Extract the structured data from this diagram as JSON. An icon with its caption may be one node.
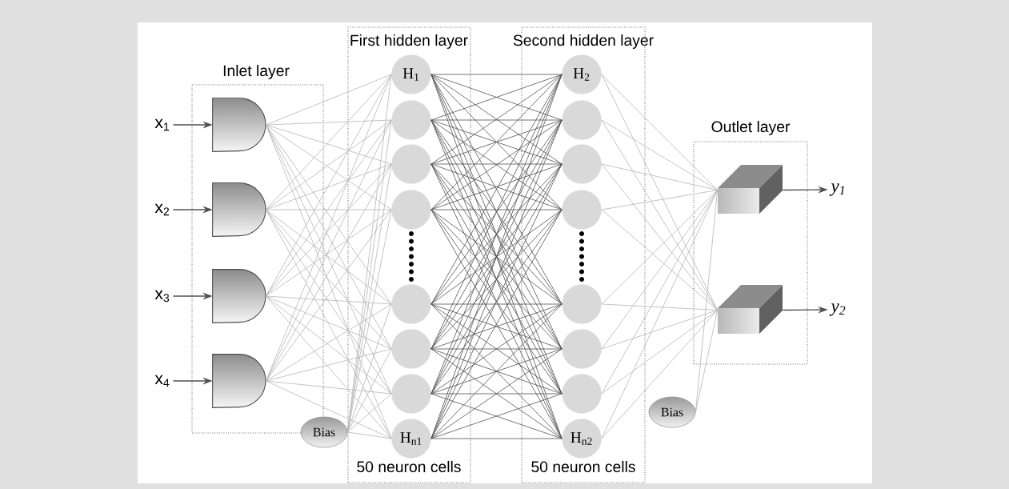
{
  "diagram": {
    "nodes": [
      {
        "text": [
          "Inlet layer"
        ]
      },
      {
        "text": [
          "First hidden layer",
          "50 neuron cells"
        ]
      },
      {
        "text": [
          "Second hidden layer",
          "50 neuron cells"
        ]
      },
      {
        "text": [
          "Outlet layer"
        ]
      },
      {
        "text": [
          "x$_{1}$"
        ]
      },
      {
        "text": [
          "x$_{2}$"
        ]
      },
      {
        "text": [
          "x$_{3}$"
        ]
      },
      {
        "text": [
          "x$_{4}$"
        ]
      },
      {
        "text": [],
        "shape": "gate",
        "in": 0
      },
      {
        "text": [],
        "shape": "gate",
        "in": 0
      },
      {
        "text": [],
        "shape": "gate",
        "in": 0
      },
      {
        "text": [],
        "shape": "gate",
        "in": 0
      },
      {
        "text": [
          "Bias"
        ]
      },
      {
        "text": [
          "H$_{1}$"
        ],
        "in": 1
      },
      {
        "text": [],
        "shape": "circle",
        "in": 1
      },
      {
        "text": [],
        "shape": "circle",
        "in": 1
      },
      {
        "text": [],
        "shape": "circle",
        "in": 1
      },
      {
        "text": [],
        "shape": "circle",
        "in": 1
      },
      {
        "text": [],
        "shape": "circle",
        "in": 1
      },
      {
        "text": [],
        "shape": "circle",
        "in": 1
      },
      {
        "text": [
          "H$_{n1}$"
        ],
        "in": 1
      },
      {
        "text": [
          "H$_{2}$"
        ],
        "in": 2
      },
      {
        "text": [],
        "shape": "circle",
        "in": 2
      },
      {
        "text": [],
        "shape": "circle",
        "in": 2
      },
      {
        "text": [],
        "shape": "circle",
        "in": 2
      },
      {
        "text": [],
        "shape": "circle",
        "in": 2
      },
      {
        "text": [],
        "shape": "circle",
        "in": 2
      },
      {
        "text": [],
        "shape": "circle",
        "in": 2
      },
      {
        "text": [
          "H$_{n2}$"
        ],
        "in": 2
      },
      {
        "text": [
          "Bias"
        ]
      },
      {
        "text": [],
        "shape": "cube",
        "in": 3
      },
      {
        "text": [],
        "shape": "cube",
        "in": 3
      },
      {
        "text": [
          "y$_{1}$"
        ]
      },
      {
        "text": [
          "y$_{2}$"
        ]
      }
    ],
    "edges": [
      {
        "from": 4,
        "to": 8,
        "arrow": "to",
        "color": "#505050"
      },
      {
        "from": 5,
        "to": 9,
        "arrow": "to",
        "color": "#505050"
      },
      {
        "from": 6,
        "to": 10,
        "arrow": "to",
        "color": "#505050"
      },
      {
        "from": 7,
        "to": 11,
        "arrow": "to",
        "color": "#505050"
      },
      {
        "from": 8,
        "to": 13,
        "arrow": "none",
        "color": "#b4b4b4"
      },
      {
        "from": 8,
        "to": 14,
        "arrow": "none",
        "color": "#b4b4b4"
      },
      {
        "from": 8,
        "to": 15,
        "arrow": "none",
        "color": "#b4b4b4"
      },
      {
        "from": 8,
        "to": 16,
        "arrow": "none",
        "color": "#b4b4b4"
      },
      {
        "from": 8,
        "to": 17,
        "arrow": "none",
        "color": "#b4b4b4"
      },
      {
        "from": 8,
        "to": 18,
        "arrow": "none",
        "color": "#b4b4b4"
      },
      {
        "from": 8,
        "to": 19,
        "arrow": "none",
        "color": "#b4b4b4"
      },
      {
        "from": 8,
        "to": 20,
        "arrow": "none",
        "color": "#b4b4b4"
      },
      {
        "from": 9,
        "to": 13,
        "arrow": "none",
        "color": "#b4b4b4"
      },
      {
        "from": 9,
        "to": 14,
        "arrow": "none",
        "color": "#b4b4b4"
      },
      {
        "from": 9,
        "to": 15,
        "arrow": "none",
        "color": "#b4b4b4"
      },
      {
        "from": 9,
        "to": 16,
        "arrow": "none",
        "color": "#b4b4b4"
      },
      {
        "from": 9,
        "to": 17,
        "arrow": "none",
        "color": "#b4b4b4"
      },
      {
        "from": 9,
        "to": 18,
        "arrow": "none",
        "color": "#b4b4b4"
      },
      {
        "from": 9,
        "to": 19,
        "arrow": "none",
        "color": "#b4b4b4"
      },
      {
        "from": 9,
        "to": 20,
        "arrow": "none",
        "color": "#b4b4b4"
      },
      {
        "from": 10,
        "to": 13,
        "arrow": "none",
        "color": "#b4b4b4"
      },
      {
        "from": 10,
        "to": 14,
        "arrow": "none",
        "color": "#b4b4b4"
      },
      {
        "from": 10,
        "to": 15,
        "arrow": "none",
        "color": "#b4b4b4"
      },
      {
        "from": 10,
        "to": 16,
        "arrow": "none",
        "color": "#b4b4b4"
      },
      {
        "from": 10,
        "to": 17,
        "arrow": "none",
        "color": "#b4b4b4"
      },
      {
        "from": 10,
        "to": 18,
        "arrow": "none",
        "color": "#b4b4b4"
      },
      {
        "from": 10,
        "to": 19,
        "arrow": "none",
        "color": "#b4b4b4"
      },
      {
        "from": 10,
        "to": 20,
        "arrow": "none",
        "color": "#b4b4b4"
      },
      {
        "from": 11,
        "to": 13,
        "arrow": "none",
        "color": "#b4b4b4"
      },
      {
        "from": 11,
        "to": 14,
        "arrow": "none",
        "color": "#b4b4b4"
      },
      {
        "from": 11,
        "to": 15,
        "arrow": "none",
        "color": "#b4b4b4"
      },
      {
        "from": 11,
        "to": 16,
        "arrow": "none",
        "color": "#b4b4b4"
      },
      {
        "from": 11,
        "to": 17,
        "arrow": "none",
        "color": "#b4b4b4"
      },
      {
        "from": 11,
        "to": 18,
        "arrow": "none",
        "color": "#b4b4b4"
      },
      {
        "from": 11,
        "to": 19,
        "arrow": "none",
        "color": "#b4b4b4"
      },
      {
        "from": 11,
        "to": 20,
        "arrow": "none",
        "color": "#b4b4b4"
      },
      {
        "from": 12,
        "to": 13,
        "arrow": "none",
        "color": "#b4b4b4"
      },
      {
        "from": 12,
        "to": 14,
        "arrow": "none",
        "color": "#b4b4b4"
      },
      {
        "from": 12,
        "to": 15,
        "arrow": "none",
        "color": "#b4b4b4"
      },
      {
        "from": 12,
        "to": 16,
        "arrow": "none",
        "color": "#b4b4b4"
      },
      {
        "from": 12,
        "to": 17,
        "arrow": "none",
        "color": "#b4b4b4"
      },
      {
        "from": 12,
        "to": 18,
        "arrow": "none",
        "color": "#b4b4b4"
      },
      {
        "from": 12,
        "to": 19,
        "arrow": "none",
        "color": "#b4b4b4"
      },
      {
        "from": 12,
        "to": 20,
        "arrow": "none",
        "color": "#b4b4b4"
      },
      {
        "from": 13,
        "to": 21,
        "arrow": "none"
      },
      {
        "from": 13,
        "to": 22,
        "arrow": "none"
      },
      {
        "from": 13,
        "to": 23,
        "arrow": "none"
      },
      {
        "from": 13,
        "to": 24,
        "arrow": "none"
      },
      {
        "from": 13,
        "to": 25,
        "arrow": "none"
      },
      {
        "from": 13,
        "to": 26,
        "arrow": "none"
      },
      {
        "from": 13,
        "to": 27,
        "arrow": "none"
      },
      {
        "from": 13,
        "to": 28,
        "arrow": "none"
      },
      {
        "from": 14,
        "to": 21,
        "arrow": "none"
      },
      {
        "from": 14,
        "to": 22,
        "arrow": "none"
      },
      {
        "from": 14,
        "to": 23,
        "arrow": "none"
      },
      {
        "from": 14,
        "to": 24,
        "arrow": "none"
      },
      {
        "from": 14,
        "to": 25,
        "arrow": "none"
      },
      {
        "from": 14,
        "to": 26,
        "arrow": "none"
      },
      {
        "from": 14,
        "to": 27,
        "arrow": "none"
      },
      {
        "from": 14,
        "to": 28,
        "arrow": "none"
      },
      {
        "from": 15,
        "to": 21,
        "arrow": "none"
      },
      {
        "from": 15,
        "to": 22,
        "arrow": "none"
      },
      {
        "from": 15,
        "to": 23,
        "arrow": "none"
      },
      {
        "from": 15,
        "to": 24,
        "arrow": "none"
      },
      {
        "from": 15,
        "to": 25,
        "arrow": "none"
      },
      {
        "from": 15,
        "to": 26,
        "arrow": "none"
      },
      {
        "from": 15,
        "to": 27,
        "arrow": "none"
      },
      {
        "from": 15,
        "to": 28,
        "arrow": "none"
      },
      {
        "from": 16,
        "to": 21,
        "arrow": "none"
      },
      {
        "from": 16,
        "to": 22,
        "arrow": "none"
      },
      {
        "from": 16,
        "to": 23,
        "arrow": "none"
      },
      {
        "from": 16,
        "to": 24,
        "arrow": "none"
      },
      {
        "from": 16,
        "to": 25,
        "arrow": "none"
      },
      {
        "from": 16,
        "to": 26,
        "arrow": "none"
      },
      {
        "from": 16,
        "to": 27,
        "arrow": "none"
      },
      {
        "from": 16,
        "to": 28,
        "arrow": "none"
      },
      {
        "from": 17,
        "to": 21,
        "arrow": "none"
      },
      {
        "from": 17,
        "to": 22,
        "arrow": "none"
      },
      {
        "from": 17,
        "to": 23,
        "arrow": "none"
      },
      {
        "from": 17,
        "to": 24,
        "arrow": "none"
      },
      {
        "from": 17,
        "to": 25,
        "arrow": "none"
      },
      {
        "from": 17,
        "to": 26,
        "arrow": "none"
      },
      {
        "from": 17,
        "to": 27,
        "arrow": "none"
      },
      {
        "from": 17,
        "to": 28,
        "arrow": "none"
      },
      {
        "from": 18,
        "to": 21,
        "arrow": "none"
      },
      {
        "from": 18,
        "to": 22,
        "arrow": "none"
      },
      {
        "from": 18,
        "to": 23,
        "arrow": "none"
      },
      {
        "from": 18,
        "to": 24,
        "arrow": "none"
      },
      {
        "from": 18,
        "to": 25,
        "arrow": "none"
      },
      {
        "from": 18,
        "to": 26,
        "arrow": "none"
      },
      {
        "from": 18,
        "to": 27,
        "arrow": "none"
      },
      {
        "from": 18,
        "to": 28,
        "arrow": "none"
      },
      {
        "from": 19,
        "to": 21,
        "arrow": "none"
      },
      {
        "from": 19,
        "to": 22,
        "arrow": "none"
      },
      {
        "from": 19,
        "to": 23,
        "arrow": "none"
      },
      {
        "from": 19,
        "to": 24,
        "arrow": "none"
      },
      {
        "from": 19,
        "to": 25,
        "arrow": "none"
      },
      {
        "from": 19,
        "to": 26,
        "arrow": "none"
      },
      {
        "from": 19,
        "to": 27,
        "arrow": "none"
      },
      {
        "from": 19,
        "to": 28,
        "arrow": "none"
      },
      {
        "from": 20,
        "to": 21,
        "arrow": "none"
      },
      {
        "from": 20,
        "to": 22,
        "arrow": "none"
      },
      {
        "from": 20,
        "to": 23,
        "arrow": "none"
      },
      {
        "from": 20,
        "to": 24,
        "arrow": "none"
      },
      {
        "from": 20,
        "to": 25,
        "arrow": "none"
      },
      {
        "from": 20,
        "to": 26,
        "arrow": "none"
      },
      {
        "from": 20,
        "to": 27,
        "arrow": "none"
      },
      {
        "from": 20,
        "to": 28,
        "arrow": "none"
      },
      {
        "from": 21,
        "to": 30,
        "arrow": "none",
        "color": "#b4b4b4"
      },
      {
        "from": 21,
        "to": 31,
        "arrow": "none",
        "color": "#b4b4b4"
      },
      {
        "from": 22,
        "to": 30,
        "arrow": "none",
        "color": "#b4b4b4"
      },
      {
        "from": 22,
        "to": 31,
        "arrow": "none",
        "color": "#b4b4b4"
      },
      {
        "from": 23,
        "to": 30,
        "arrow": "none",
        "color": "#b4b4b4"
      },
      {
        "from": 23,
        "to": 31,
        "arrow": "none",
        "color": "#b4b4b4"
      },
      {
        "from": 24,
        "to": 30,
        "arrow": "none",
        "color": "#b4b4b4"
      },
      {
        "from": 24,
        "to": 31,
        "arrow": "none",
        "color": "#b4b4b4"
      },
      {
        "from": 25,
        "to": 30,
        "arrow": "none",
        "color": "#b4b4b4"
      },
      {
        "from": 25,
        "to": 31,
        "arrow": "none",
        "color": "#b4b4b4"
      },
      {
        "from": 26,
        "to": 30,
        "arrow": "none",
        "color": "#b4b4b4"
      },
      {
        "from": 26,
        "to": 31,
        "arrow": "none",
        "color": "#b4b4b4"
      },
      {
        "from": 27,
        "to": 30,
        "arrow": "none",
        "color": "#b4b4b4"
      },
      {
        "from": 27,
        "to": 31,
        "arrow": "none",
        "color": "#b4b4b4"
      },
      {
        "from": 28,
        "to": 30,
        "arrow": "none",
        "color": "#b4b4b4"
      },
      {
        "from": 28,
        "to": 31,
        "arrow": "none",
        "color": "#b4b4b4"
      },
      {
        "from": 29,
        "to": 30,
        "arrow": "none",
        "color": "#b4b4b4"
      },
      {
        "from": 29,
        "to": 31,
        "arrow": "none",
        "color": "#b4b4b4"
      },
      {
        "from": 30,
        "to": 32,
        "arrow": "to",
        "color": "#505050"
      },
      {
        "from": 31,
        "to": 33,
        "arrow": "to",
        "color": "#505050"
      }
    ]
  }
}
